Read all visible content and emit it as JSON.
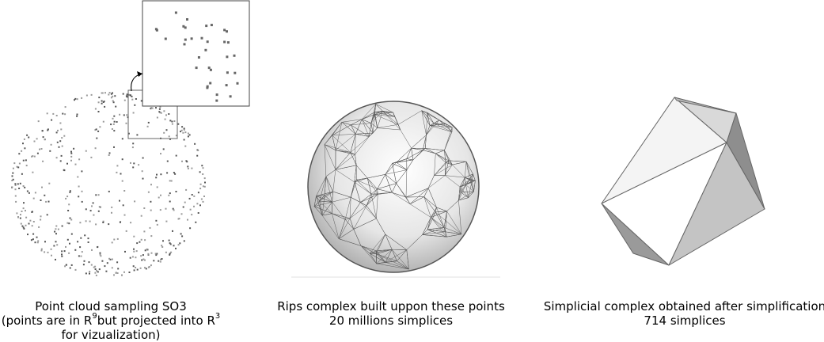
{
  "panels": [
    {
      "caption_line1": "Point cloud sampling SO3",
      "caption_line2_a": "(points are in R",
      "caption_line2_sup1": "9",
      "caption_line2_b": "but projected into R",
      "caption_line2_sup2": "3",
      "caption_line3": "for vizualization)"
    },
    {
      "caption_line1": "Rips complex built uppon these points",
      "caption_line2": "20 millions simplices"
    },
    {
      "caption_line1": "Simplicial complex obtained after simplification",
      "caption_line2": "714 simplices"
    }
  ]
}
